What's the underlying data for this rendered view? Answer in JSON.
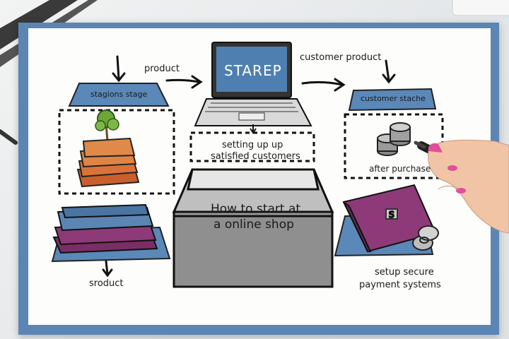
{
  "labels": {
    "product_top": "product",
    "stage": "stagions stage",
    "laptop_screen": "STAREP",
    "customer_product": "customer product",
    "customer_stache": "customer stache",
    "setting_up_1": "setting up up",
    "setting_up_2": "satisfied customers",
    "after_purchase": "after purchase",
    "center_1": "How to start at",
    "center_2": "a online shop",
    "product_bottom": "sroduct",
    "secure_1": "setup secure",
    "secure_2": "payment systems",
    "coin_symbol": "S"
  },
  "colors": {
    "frame_blue": "#5b86b4",
    "stage_blue": "#5a88b8",
    "folder_purple": "#8e3a78",
    "stack_orange": "#d9733a",
    "tree_green": "#6fa63a",
    "box_gray": "#8f8f8f",
    "marker_pink": "#e0509a"
  },
  "icons": [
    "arrow-down-icon",
    "arrow-right-icon",
    "laptop-icon",
    "tree-icon",
    "coin-stack-icon",
    "folder-icon",
    "book-stack-icon",
    "open-box-icon",
    "hand-marker-icon"
  ]
}
